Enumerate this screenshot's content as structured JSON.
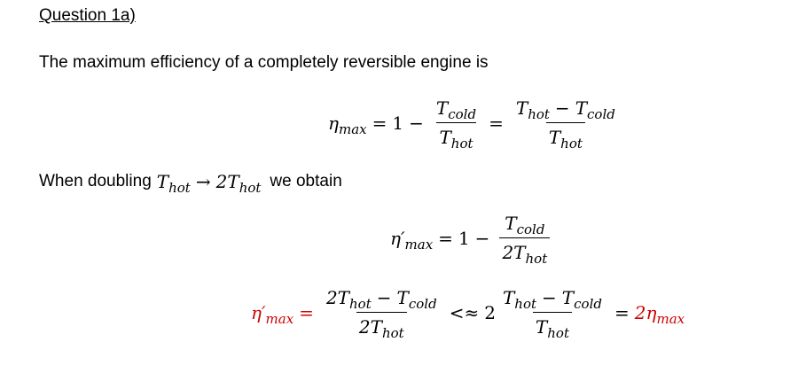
{
  "heading": "Question 1a)",
  "intro_text": "The maximum efficiency of a completely reversible engine is",
  "doubling_text_prefix": "When doubling",
  "doubling_text_suffix": "we obtain",
  "colors": {
    "highlight": "#d00000"
  },
  "symbols": {
    "eta": "η",
    "eta_prime": "η′",
    "T": "T",
    "two_T": "2T",
    "one": "1",
    "two": "2",
    "minus": "−",
    "equals": "=",
    "arrow": "→",
    "approx_less": "<≈",
    "two_eta": "2η"
  },
  "subscripts": {
    "max": "max",
    "cold": "cold",
    "hot": "hot"
  }
}
